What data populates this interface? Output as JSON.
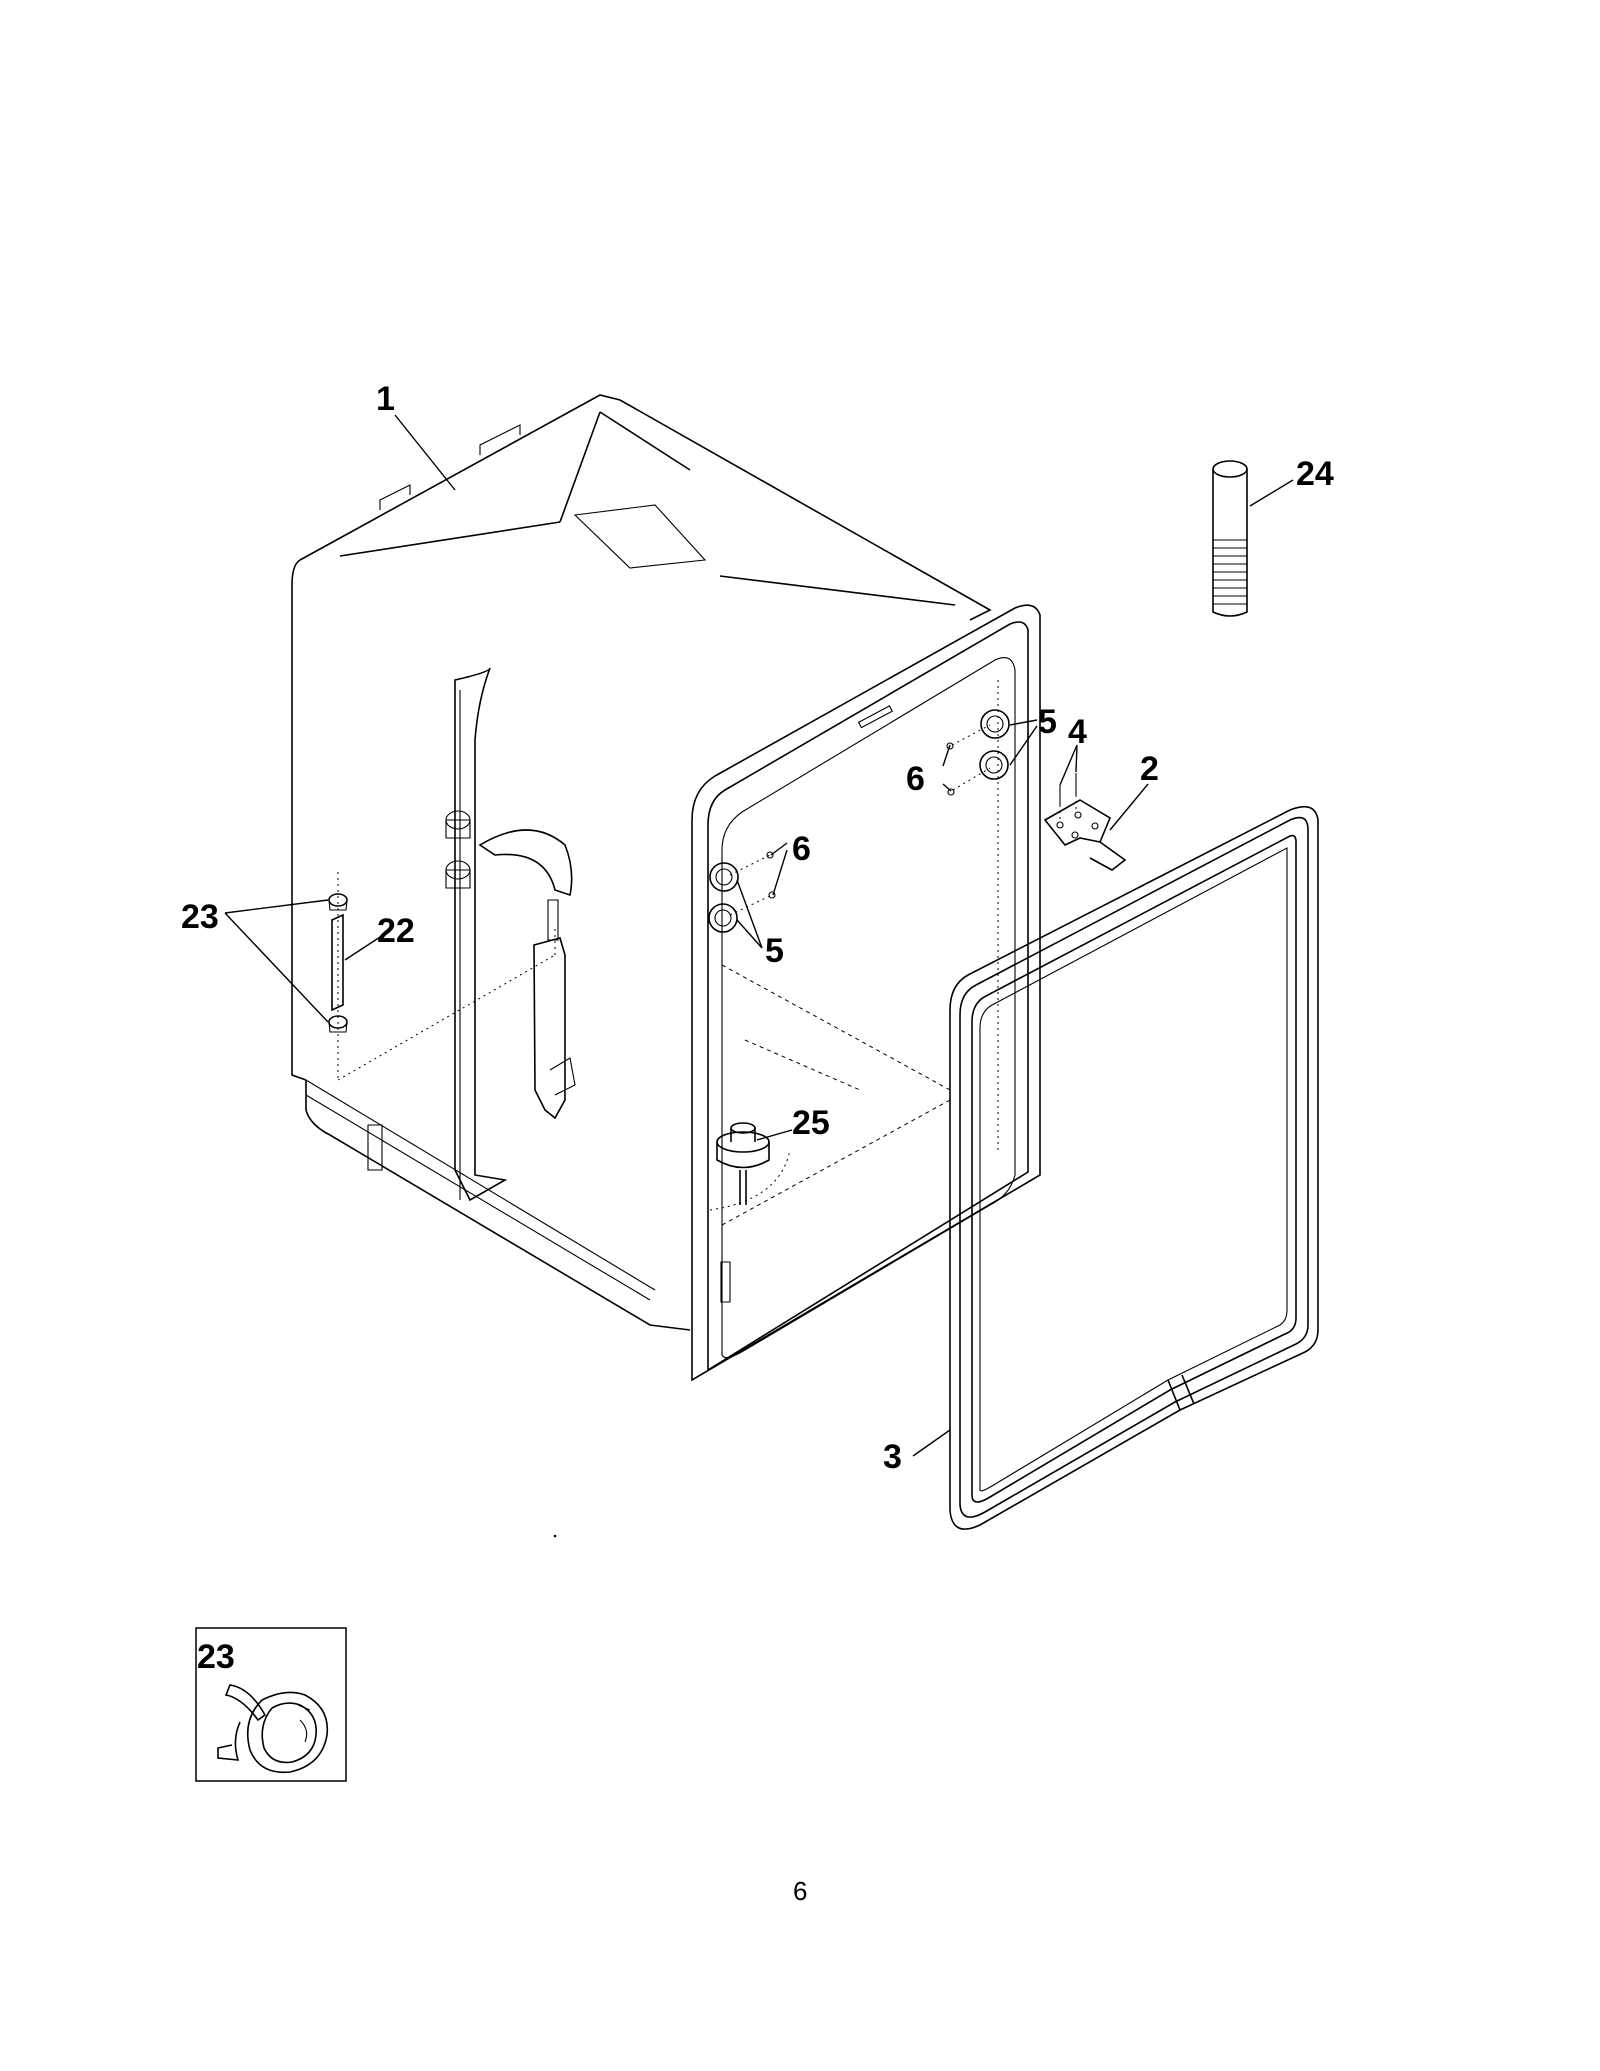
{
  "diagram": {
    "callouts": {
      "tub": "1",
      "bracket": "2",
      "gasket": "3",
      "screw_bracket": "4",
      "roller_right": "5",
      "roller_left": "5",
      "screw_right": "6",
      "screw_left": "6",
      "hose": "22",
      "clamp": "23",
      "fill_tube": "24",
      "float": "25",
      "inset_clamp": "23"
    },
    "page_number": "6"
  }
}
